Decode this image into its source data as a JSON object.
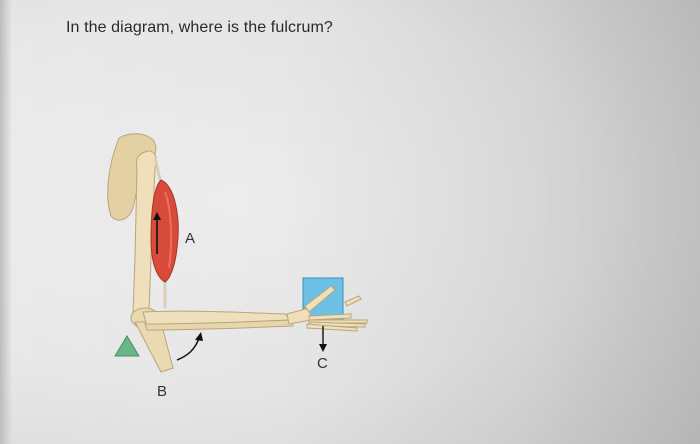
{
  "question": {
    "text": "In the diagram, where is the fulcrum?"
  },
  "diagram": {
    "labels": {
      "a": "A",
      "b": "B",
      "c": "C"
    },
    "colors": {
      "muscle": "#d84a3a",
      "bone": "#ecdcb4",
      "weight": "#6cc0e6",
      "fulcrum": "#6bb588"
    },
    "icons": [
      "arrow-up-icon",
      "curved-arrow-icon",
      "arrow-down-icon",
      "fulcrum-triangle-icon"
    ]
  }
}
